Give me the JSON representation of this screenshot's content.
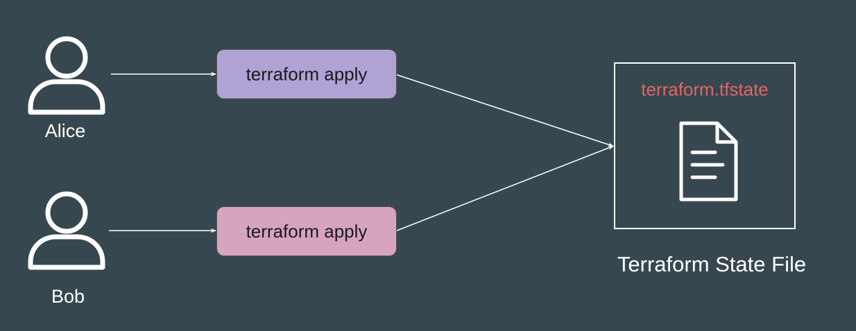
{
  "users": [
    {
      "name": "Alice",
      "icon": "user-icon"
    },
    {
      "name": "Bob",
      "icon": "user-icon"
    }
  ],
  "commands": [
    {
      "label": "terraform apply",
      "color": "#b1a2d5"
    },
    {
      "label": "terraform apply",
      "color": "#d6a4bf"
    }
  ],
  "state": {
    "filename": "terraform.tfstate",
    "filename_color": "#e06666",
    "caption": "Terraform State File",
    "icon": "document-icon"
  },
  "colors": {
    "background": "#37474f",
    "line": "#ffffff"
  }
}
